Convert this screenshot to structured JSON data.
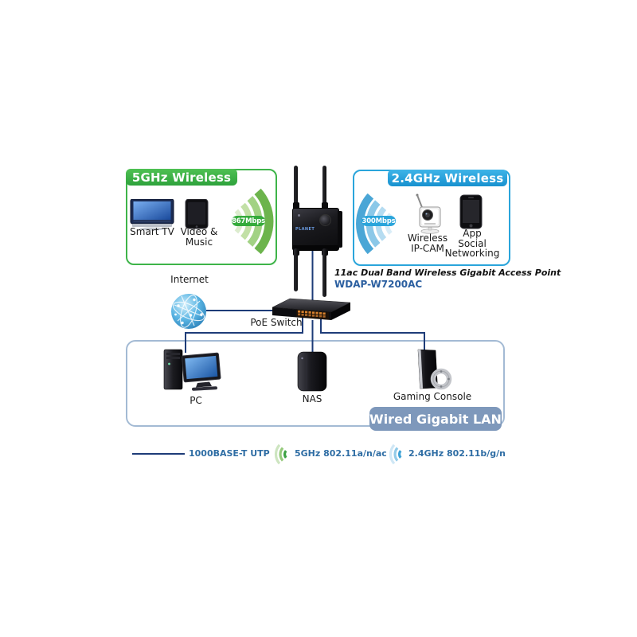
{
  "bands": {
    "five_ghz": {
      "header": "5GHz Wireless",
      "accent_color": "#3eb449",
      "speed_badge": "867Mbps",
      "devices": [
        {
          "label": "Smart TV"
        },
        {
          "label": "Video & Music"
        }
      ]
    },
    "two_four_ghz": {
      "header": "2.4GHz Wireless",
      "accent_color": "#2aa5db",
      "speed_badge": "300Mbps",
      "devices": [
        {
          "label": "Wireless\nIP-CAM"
        },
        {
          "label": "App\nSocial\nNetworking"
        }
      ]
    }
  },
  "access_point": {
    "title": "11ac Dual Band Wireless Gigabit Access Point",
    "model": "WDAP-W7200AC",
    "brand": "PLANET",
    "model_color": "#2b5fa0"
  },
  "internet": {
    "label": "Internet"
  },
  "poe_switch": {
    "label": "PoE Switch"
  },
  "lan": {
    "badge": "Wired Gigabit LAN",
    "badge_color": "#7e98bb",
    "border_color": "#a3bad4",
    "devices": [
      {
        "label": "PC"
      },
      {
        "label": "NAS"
      },
      {
        "label": "Gaming Console"
      }
    ]
  },
  "legend": {
    "text_color": "#2e6da4",
    "items": [
      {
        "icon": "ethernet-line",
        "label": "1000BASE-T UTP"
      },
      {
        "icon": "wifi-green",
        "label": "5GHz 802.11a/n/ac"
      },
      {
        "icon": "wifi-blue",
        "label": "2.4GHz 802.11b/g/n"
      }
    ]
  },
  "connection_line_color": "#1e3c78"
}
